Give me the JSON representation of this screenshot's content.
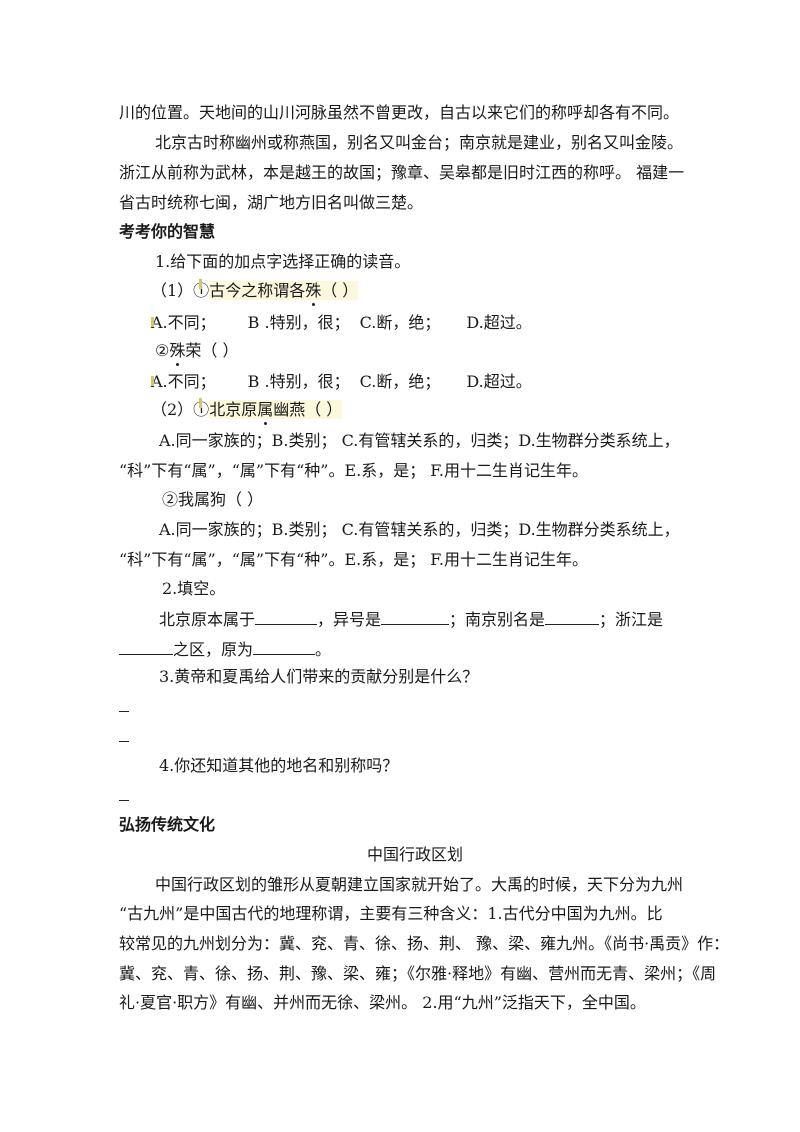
{
  "intro": {
    "line1": "川的位置。天地间的山川河脉虽然不曾更改，自古以来它们的称呼却各有不同。",
    "para2": [
      "北京古时称幽州或称燕国，别名又叫金台；南京就是建业，别名又叫金陵。",
      "浙江从前称为武林，本是越王的故国；豫章、吴皋都是旧时江西的称呼。 福建一",
      "省古时统称七闽，湖广地方旧名叫做三楚。"
    ]
  },
  "section1": {
    "heading": "考考你的智慧",
    "q1": {
      "stem": "1.给下面的加点字选择正确的读音。",
      "p1": {
        "prefix": "（1）①",
        "hl_before": "古今之称谓各",
        "dotted": "殊",
        "hl_after": "（    ）"
      },
      "options1": [
        "A.不同；",
        "B .特别，很；",
        "C.断，绝；",
        "D.超过。"
      ],
      "p2": {
        "prefix": "②",
        "dotted": "殊",
        "after": "荣（    ）"
      },
      "options2": [
        "A.不同；",
        "B .特别，很；",
        "C.断，绝；",
        "D.超过。"
      ],
      "p3": {
        "prefix": "（2）①",
        "hl_before": "北京原",
        "dotted": "属",
        "hl_after": "幽燕（    ）"
      },
      "options3": [
        "A.同一家族的；B.类别； C.有管辖关系的，归类；D.生物群分类系统上，",
        "“科”下有“属”，“属”下有“种”。E.系，是； F.用十二生肖记生年。"
      ],
      "p4": "②我属狗（    ）",
      "options4": [
        "A.同一家族的；B.类别； C.有管辖关系的，归类；D.生物群分类系统上，",
        "“科”下有“属”，“属”下有“种”。E.系，是； F.用十二生肖记生年。"
      ]
    },
    "q2": {
      "stem": "2.填空。",
      "seg1": "北京原本属于",
      "seg2": "，异号是",
      "seg3": "；南京别名是",
      "seg4": "；浙江是",
      "seg5": "之区，原为",
      "seg6": "。"
    },
    "q3": "3.黄帝和夏禹给人们带来的贡献分别是什么？",
    "q4": "4.你还知道其他的地名和别称吗？"
  },
  "section2": {
    "heading": "弘扬传统文化",
    "title": "中国行政区划",
    "lines": [
      "中国行政区划的雏形从夏朝建立国家就开始了。大禹的时候，天下分为九州",
      "“古九州”是中国古代的地理称谓，主要有三种含义：1.古代分中国为九州。比",
      "较常见的九州划分为：冀、兖、青、徐、扬、荆、 豫、梁、雍九州。《尚书·禹贡》作：",
      "冀、兖、青、徐、扬、荆、豫、梁、雍；《尔雅·释地》有幽、营州而无青、梁州；《周",
      "礼·夏官·职方》有幽、并州而无徐、梁州。  2.用“九州”泛指天下，全中国。"
    ]
  },
  "colors": {
    "highlight": "#fbf8dc",
    "text": "#1a1a1a"
  }
}
